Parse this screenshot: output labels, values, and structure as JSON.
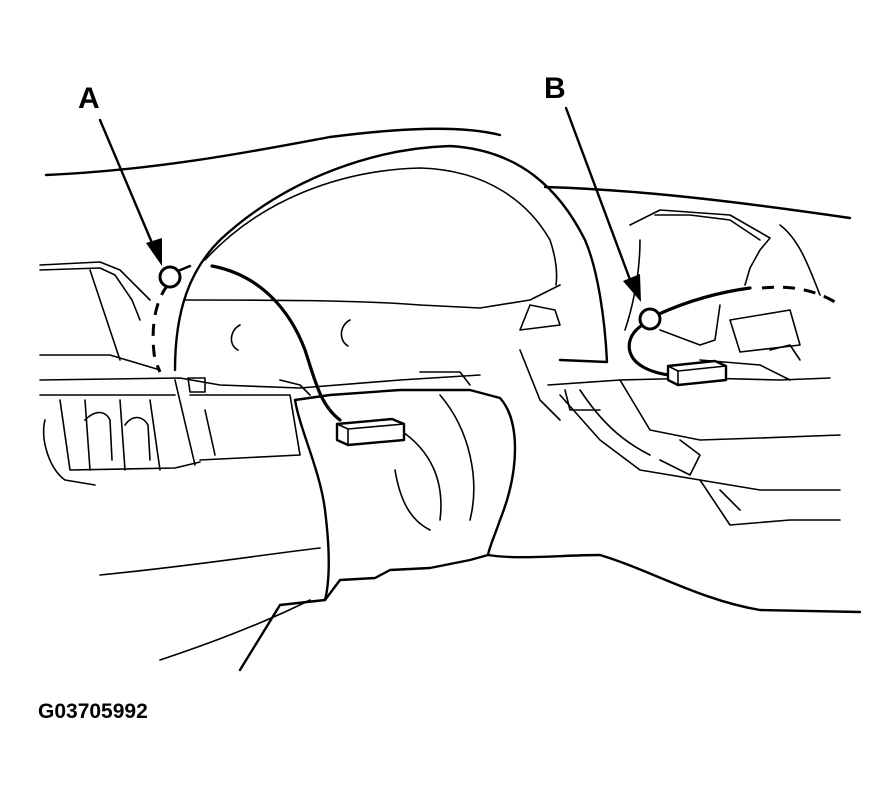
{
  "callouts": {
    "a": "A",
    "b": "B"
  },
  "figure_id": "G03705992",
  "colors": {
    "ink": "#000000",
    "paper": "#ffffff"
  }
}
